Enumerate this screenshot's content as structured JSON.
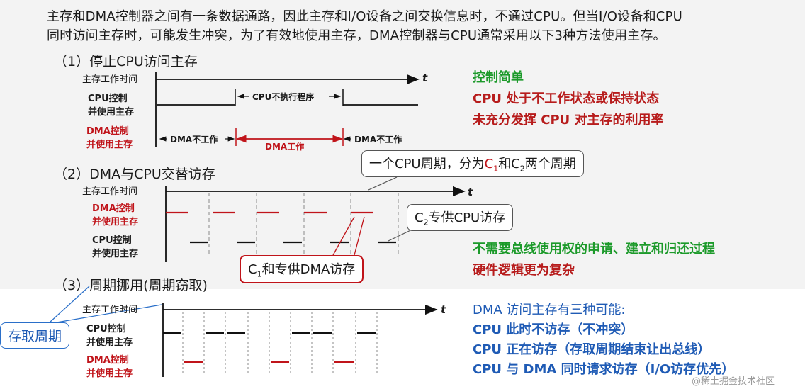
{
  "intro": {
    "line1": "主存和DMA控制器之间有一条数据通路，因此主存和I/O设备之间交换信息时，不通过CPU。但当I/O设备和CPU",
    "line2": "同时访问主存时，可能发生冲突，为了有效地使用主存，DMA控制器与CPU通常采用以下3种方法使用主存。"
  },
  "section1": {
    "heading": "（1）停止CPU访问主存",
    "label_main": "主存工作时间",
    "label_cpu": [
      "CPU控制",
      "并使用主存"
    ],
    "label_dma": [
      "DMA控制",
      "并使用主存"
    ],
    "axis_t": "t",
    "cpu_pause": "CPU不执行程序",
    "dma_idle_left": "DMA不工作",
    "dma_work": "DMA工作",
    "dma_idle_right": "DMA不工作",
    "notes": [
      "控制简单",
      "CPU 处于不工作状态或保持状态",
      "未充分发挥 CPU 对主存的利用率"
    ]
  },
  "section2": {
    "heading": "（2）DMA与CPU交替访存",
    "label_main": "主存工作时间",
    "label_dma": [
      "DMA控制",
      "并使用主存"
    ],
    "label_cpu": [
      "CPU控制",
      "并使用主存"
    ],
    "axis_t": "t",
    "callout_cycle": {
      "pre": "一个CPU周期，分为C",
      "sub1": "1",
      "mid": "和C",
      "sub2": "2",
      "post": "两个周期"
    },
    "callout_c2": {
      "pre": "C",
      "sub": "2",
      "post": "专供CPU访存"
    },
    "callout_c1": {
      "pre": "C",
      "sub": "1",
      "post": "和专供DMA访存"
    },
    "notes": [
      "不需要总线使用权的申请、建立和归还过程",
      "硬件逻辑更为复杂"
    ]
  },
  "section3": {
    "heading": "（3）周期挪用(周期窃取)",
    "label_main": "主存工作时间",
    "label_cpu": [
      "CPU控制",
      "并使用主存"
    ],
    "label_dma": [
      "DMA控制",
      "并使用主存"
    ],
    "axis_t": "t",
    "callout_access": "存取周期",
    "notes": [
      "DMA 访问主存有三种可能:",
      "CPU 此时不访存（不冲突）",
      "CPU 正在访存（存取周期结束让出总线）",
      "CPU 与 DMA 同时请求访存（I/O访存优先）"
    ]
  },
  "watermark": "@稀土掘金技术社区",
  "colors": {
    "green": "#1c9a2a",
    "red": "#c0141a",
    "blue": "#1f5bb5"
  }
}
